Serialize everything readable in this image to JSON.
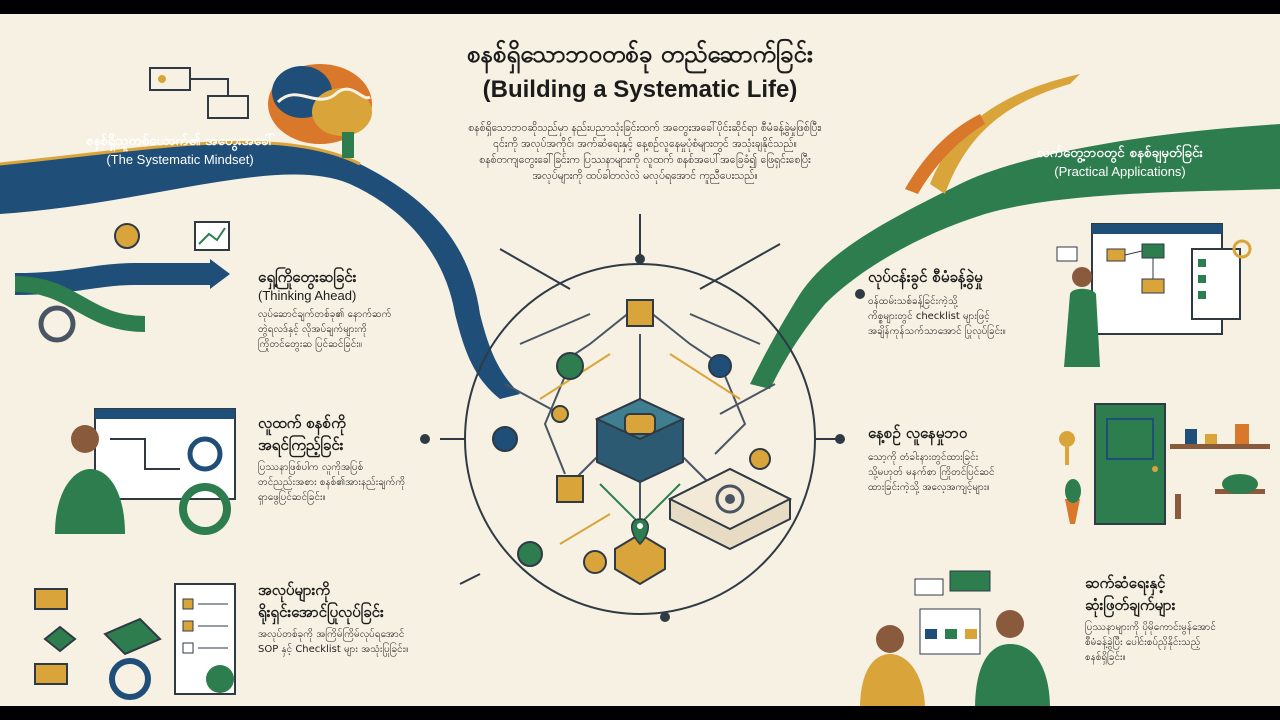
{
  "header": {
    "title_my": "စနစ်ရှိသောဘဝတစ်ခု တည်ဆောက်ခြင်း",
    "title_en": "(Building a Systematic Life)",
    "intro": [
      "စနစ်ရှိသောဘဝဆိုသည်မှာ နည်းပညာသုံးခြင်းထက် အတွေးအခေါ်ပိုင်းဆိုင်ရာ စီမံခန့်ခွဲမှုဖြစ်ပြီး၊",
      "၎င်းကို အလုပ်အကိုင်၊ အက်ဆံရေးနှင့် နေ့စဉ်လူနေမှုပုံစံများတွင် အသုံးချနိုင်သည်။",
      "စနစ်တကျတွေးခေါ်ခြင်းက ပြဿနာများကို လူထက် စနစ်အပေါ်အခြေခံ၍ ဖြေရှင်းစေပြီး",
      "အလုပ်များကို ထပ်ခါတလဲလဲ မလုပ်ရအောင် ကူညီပေးသည်။"
    ]
  },
  "left_band": {
    "title": "စနစ်ရှိသူတစ်ယောက်၏ အတွေးအခေါ်",
    "subtitle": "(The Systematic Mindset)"
  },
  "right_band": {
    "title": "လက်တွေ့ဘဝတွင် စနစ်ချမှတ်ခြင်း",
    "subtitle": "(Practical Applications)"
  },
  "left_sections": [
    {
      "title": "ရှေ့ကြိုတွေးဆခြင်း",
      "subtitle": "(Thinking Ahead)",
      "body": [
        "လုပ်ဆောင်ချက်တစ်ခု၏ နောက်ဆက်",
        "တွဲရလဒ်နှင့် လိုအပ်ချက်များကို",
        "ကြိုတင်တွေးဆ ပြင်ဆင်ခြင်း။"
      ]
    },
    {
      "title": "လူထက် စနစ်ကို",
      "title2": "အရင်ကြည့်ခြင်း",
      "body": [
        "ပြဿနာဖြစ်ပါက လူကိုအပြစ်",
        "တင်ညည်းအစား စနစ်၏အားနည်းချက်ကို",
        "ရှာဖွေပြင်ဆင်ခြင်း။"
      ]
    },
    {
      "title": "အလုပ်များကို",
      "title2": "ရိုးရှင်းအောင်ပြုလုပ်ခြင်း",
      "body": [
        "အလုပ်တစ်ခုကို အကြိမ်ကြိမ်လုပ်ရအောင်",
        "SOP နှင့် Checklist များ အသုံးပြုခြင်း။"
      ]
    }
  ],
  "right_sections": [
    {
      "title": "လုပ်ငန်းခွင် စီမံခန့်ခွဲမှု",
      "body": [
        "ဝန်ထမ်းသစ်ခန့်ခြင်းကဲ့သို့",
        "ကိစ္စများတွင် checklist များဖြင့်",
        "အချိန်ကုန်သက်သာအောင် ပြုလုပ်ခြင်း။"
      ]
    },
    {
      "title": "နေ့စဉ် လူနေမှုဘဝ",
      "body": [
        "သော့ကို တံခါးနားတွင်ထားခြင်း",
        "သို့မဟုတ် မနက်စာ ကြိုတင်ပြင်ဆင်",
        "ထားခြင်းကဲ့သို့ အလေ့အကျင့်များ။"
      ]
    },
    {
      "title": "ဆက်ဆံရေးနှင့်",
      "title2": "ဆုံးဖြတ်ချက်များ",
      "body": [
        "ပြဿနာများကို ပိုမိုကောင်းမွန်အောင်",
        "စီမံခန့်ခွဲပြီး ပေါင်းစပ်ညှိနိုင်းသည့်",
        "စနစ်ရှိခြင်း။"
      ]
    }
  ],
  "colors": {
    "navy": "#1f4e79",
    "green": "#2e7d4f",
    "mustard": "#d9a53a",
    "orange": "#d9772b",
    "cream": "#f7f1e3",
    "ink": "#1c1c1c"
  }
}
